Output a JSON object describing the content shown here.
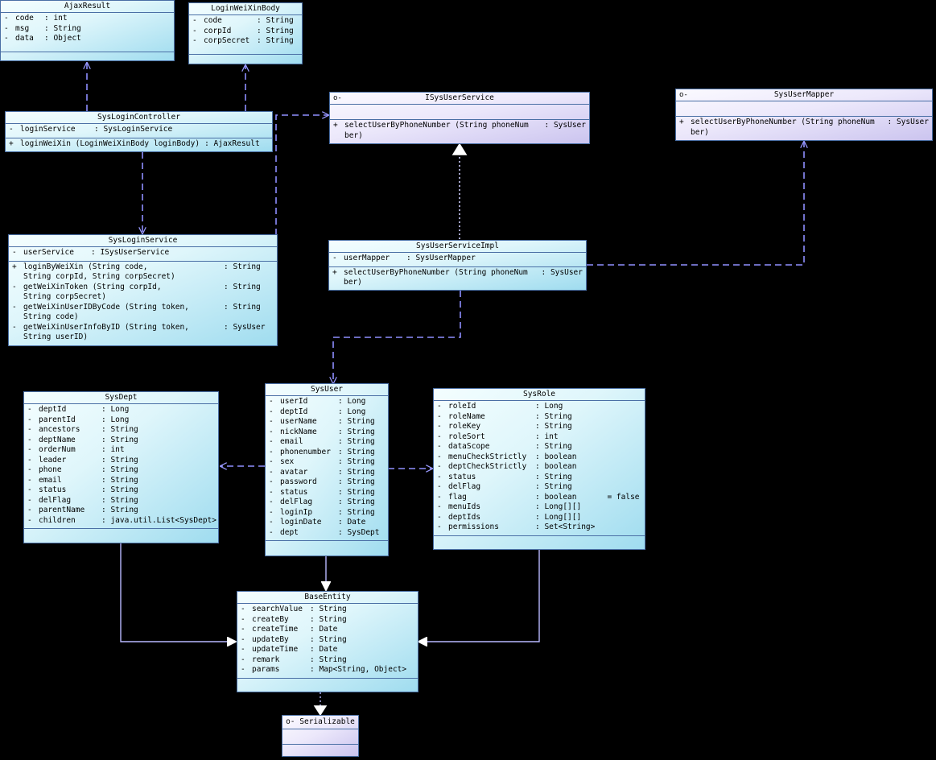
{
  "classes": {
    "ajax_result": {
      "name": "AjaxResult",
      "attrs": [
        {
          "vis": "-",
          "name": "code",
          "type": ": int"
        },
        {
          "vis": "-",
          "name": "msg",
          "type": ": String"
        },
        {
          "vis": "-",
          "name": "data",
          "type": ": Object"
        }
      ]
    },
    "login_weixin_body": {
      "name": "LoginWeiXinBody",
      "attrs": [
        {
          "vis": "-",
          "name": "code",
          "type": ": String"
        },
        {
          "vis": "-",
          "name": "corpId",
          "type": ": String"
        },
        {
          "vis": "-",
          "name": "corpSecret",
          "type": ": String"
        }
      ]
    },
    "sys_login_controller": {
      "name": "SysLoginController",
      "attrs": [
        {
          "vis": "-",
          "name": "loginService",
          "type": ": SysLoginService"
        }
      ],
      "ops": [
        {
          "vis": "+",
          "sig": "loginWeiXin (LoginWeiXinBody loginBody)",
          "ret": ": AjaxResult"
        }
      ]
    },
    "isys_user_service": {
      "name": "ISysUserService",
      "stereo": "o-",
      "ops": [
        {
          "vis": "+",
          "sig": "selectUserByPhoneNumber (String phoneNum",
          "ret": ": SysUser",
          "cont": "ber)"
        }
      ]
    },
    "sys_user_mapper": {
      "name": "SysUserMapper",
      "stereo": "o-",
      "ops": [
        {
          "vis": "+",
          "sig": "selectUserByPhoneNumber (String phoneNum",
          "ret": ": SysUser",
          "cont": "ber)"
        }
      ]
    },
    "sys_login_service": {
      "name": "SysLoginService",
      "attrs": [
        {
          "vis": "-",
          "name": "userService",
          "type": ": ISysUserService"
        }
      ],
      "ops": [
        {
          "vis": "+",
          "sig": "loginByWeiXin (String code,",
          "ret": ": String",
          "cont": "String corpId, String corpSecret)"
        },
        {
          "vis": "-",
          "sig": "getWeiXinToken (String corpId,",
          "ret": ": String",
          "cont": "String corpSecret)"
        },
        {
          "vis": "-",
          "sig": "getWeiXinUserIDByCode (String token,",
          "ret": ": String",
          "cont": "String code)"
        },
        {
          "vis": "-",
          "sig": "getWeiXinUserInfoByID (String token,",
          "ret": ": SysUser",
          "cont": "String userID)"
        }
      ]
    },
    "sys_user_service_impl": {
      "name": "SysUserServiceImpl",
      "attrs": [
        {
          "vis": "-",
          "name": "userMapper",
          "type": ": SysUserMapper"
        }
      ],
      "ops": [
        {
          "vis": "+",
          "sig": "selectUserByPhoneNumber (String phoneNum",
          "ret": ": SysUser",
          "cont": "ber)"
        }
      ]
    },
    "sys_dept": {
      "name": "SysDept",
      "attrs": [
        {
          "vis": "-",
          "name": "deptId",
          "type": ": Long"
        },
        {
          "vis": "-",
          "name": "parentId",
          "type": ": Long"
        },
        {
          "vis": "-",
          "name": "ancestors",
          "type": ": String"
        },
        {
          "vis": "-",
          "name": "deptName",
          "type": ": String"
        },
        {
          "vis": "-",
          "name": "orderNum",
          "type": ": int"
        },
        {
          "vis": "-",
          "name": "leader",
          "type": ": String"
        },
        {
          "vis": "-",
          "name": "phone",
          "type": ": String"
        },
        {
          "vis": "-",
          "name": "email",
          "type": ": String"
        },
        {
          "vis": "-",
          "name": "status",
          "type": ": String"
        },
        {
          "vis": "-",
          "name": "delFlag",
          "type": ": String"
        },
        {
          "vis": "-",
          "name": "parentName",
          "type": ": String"
        },
        {
          "vis": "-",
          "name": "children",
          "type": ": java.util.List<SysDept>"
        }
      ]
    },
    "sys_user": {
      "name": "SysUser",
      "attrs": [
        {
          "vis": "-",
          "name": "userId",
          "type": ": Long"
        },
        {
          "vis": "-",
          "name": "deptId",
          "type": ": Long"
        },
        {
          "vis": "-",
          "name": "userName",
          "type": ": String"
        },
        {
          "vis": "-",
          "name": "nickName",
          "type": ": String"
        },
        {
          "vis": "-",
          "name": "email",
          "type": ": String"
        },
        {
          "vis": "-",
          "name": "phonenumber",
          "type": ": String"
        },
        {
          "vis": "-",
          "name": "sex",
          "type": ": String"
        },
        {
          "vis": "-",
          "name": "avatar",
          "type": ": String"
        },
        {
          "vis": "-",
          "name": "password",
          "type": ": String"
        },
        {
          "vis": "-",
          "name": "status",
          "type": ": String"
        },
        {
          "vis": "-",
          "name": "delFlag",
          "type": ": String"
        },
        {
          "vis": "-",
          "name": "loginIp",
          "type": ": String"
        },
        {
          "vis": "-",
          "name": "loginDate",
          "type": ": Date"
        },
        {
          "vis": "-",
          "name": "dept",
          "type": ": SysDept"
        }
      ]
    },
    "sys_role": {
      "name": "SysRole",
      "attrs": [
        {
          "vis": "-",
          "name": "roleId",
          "type": ": Long"
        },
        {
          "vis": "-",
          "name": "roleName",
          "type": ": String"
        },
        {
          "vis": "-",
          "name": "roleKey",
          "type": ": String"
        },
        {
          "vis": "-",
          "name": "roleSort",
          "type": ": int"
        },
        {
          "vis": "-",
          "name": "dataScope",
          "type": ": String"
        },
        {
          "vis": "-",
          "name": "menuCheckStrictly",
          "type": ": boolean"
        },
        {
          "vis": "-",
          "name": "deptCheckStrictly",
          "type": ": boolean"
        },
        {
          "vis": "-",
          "name": "status",
          "type": ": String"
        },
        {
          "vis": "-",
          "name": "delFlag",
          "type": ": String"
        },
        {
          "vis": "-",
          "name": "flag",
          "type": ": boolean",
          "extra": "= false"
        },
        {
          "vis": "-",
          "name": "menuIds",
          "type": ": Long[][]"
        },
        {
          "vis": "-",
          "name": "deptIds",
          "type": ": Long[][]"
        },
        {
          "vis": "-",
          "name": "permissions",
          "type": ": Set<String>"
        }
      ]
    },
    "base_entity": {
      "name": "BaseEntity",
      "attrs": [
        {
          "vis": "-",
          "name": "searchValue",
          "type": ": String"
        },
        {
          "vis": "-",
          "name": "createBy",
          "type": ": String"
        },
        {
          "vis": "-",
          "name": "createTime",
          "type": ": Date"
        },
        {
          "vis": "-",
          "name": "updateBy",
          "type": ": String"
        },
        {
          "vis": "-",
          "name": "updateTime",
          "type": ": Date"
        },
        {
          "vis": "-",
          "name": "remark",
          "type": ": String"
        },
        {
          "vis": "-",
          "name": "params",
          "type": ": Map<String, Object>"
        }
      ]
    },
    "serializable": {
      "name": "Serializable",
      "stereo": "o-"
    }
  },
  "colors": {
    "background": "#000000",
    "class_border": "#4a6fa5",
    "class_fill": "#dff6fb",
    "interface_fill": "#ece8fb",
    "connector": "#8f8fff",
    "generalization": "#b8b8ff"
  }
}
